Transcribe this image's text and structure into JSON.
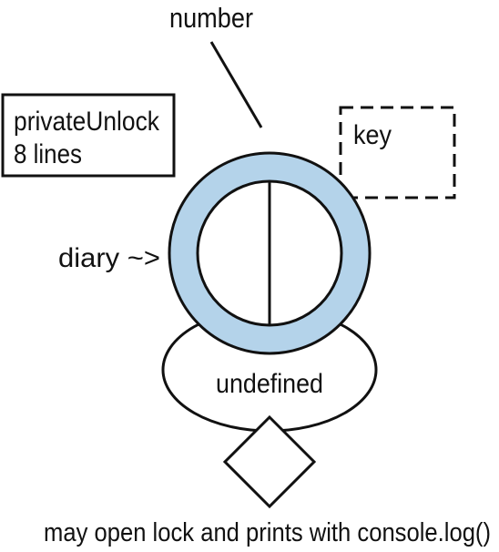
{
  "labels": {
    "top": "number",
    "box_line1": "privateUnlock",
    "box_line2": "8 lines",
    "dashed_box": "key",
    "left": "diary ~>",
    "ellipse": "undefined",
    "bottom": "may open lock and prints with console.log()"
  },
  "colors": {
    "ring_fill": "#b4d3ea",
    "stroke": "#111111",
    "background": "#ffffff"
  }
}
